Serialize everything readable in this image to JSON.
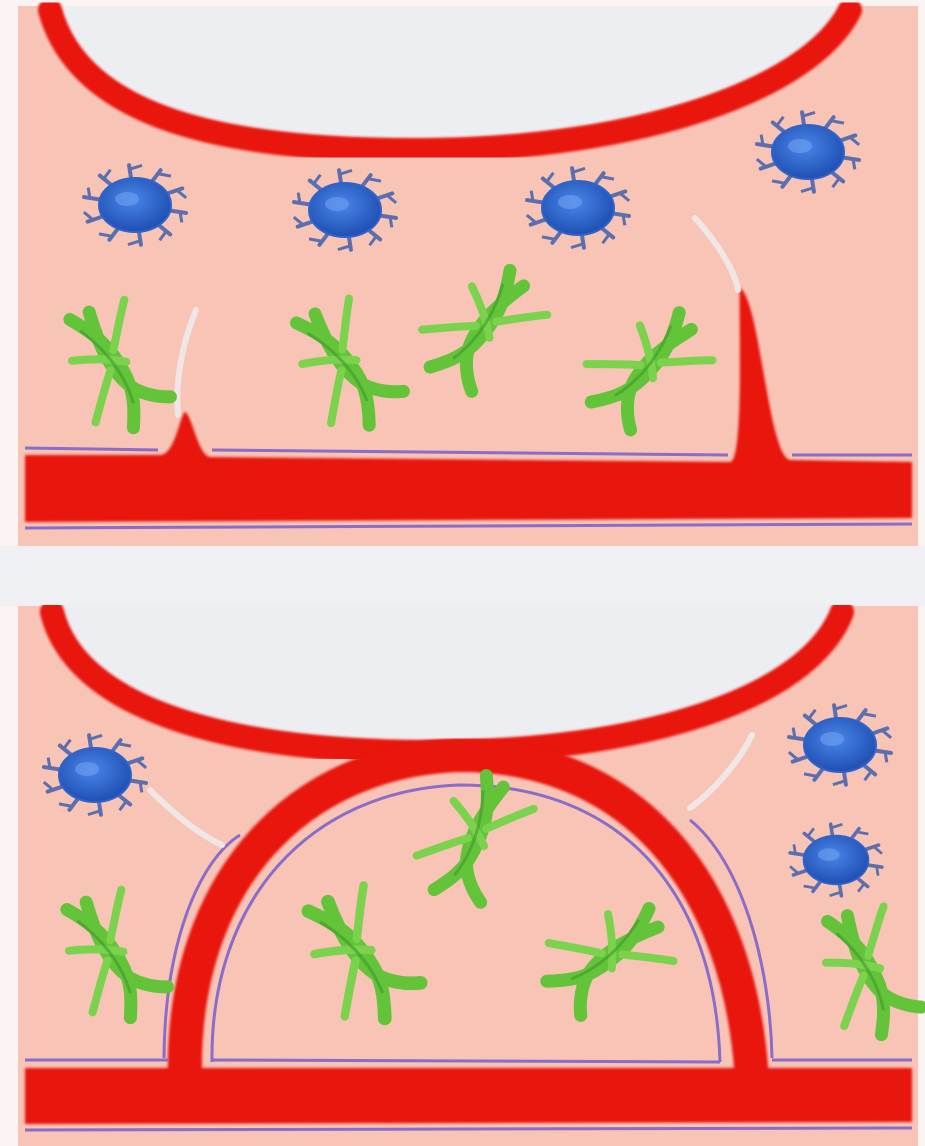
{
  "diagram": {
    "panels": [
      {
        "id": "top",
        "stage": "sprouting",
        "vessels": [
          "upper-curved-vessel",
          "bottom-straight-vessel",
          "left-sprout",
          "right-sprout"
        ],
        "cells": {
          "blue": 4,
          "green": 4
        }
      },
      {
        "id": "bottom",
        "stage": "loop-anastomosis",
        "vessels": [
          "upper-curved-vessel",
          "bottom-straight-vessel",
          "vessel-loop"
        ],
        "cells": {
          "blue": 3,
          "green": 5
        }
      }
    ],
    "colors": {
      "tissue": "#f8c4b6",
      "vessel": "#e8130f",
      "vessel_outline": "#8a6cc9",
      "lumen": "#eceef2",
      "blue_cell": "#2f63c9",
      "green_cell": "#63c43a"
    },
    "icons": [
      "blue-spiked-cell-icon",
      "green-fibroblast-icon"
    ]
  }
}
